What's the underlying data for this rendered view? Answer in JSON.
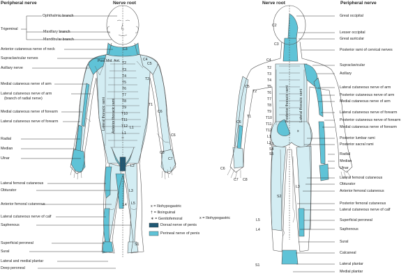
{
  "headers": {
    "left_peripheral": "Peripheral nerve",
    "left_root": "Nerve root",
    "right_root": "Nerve root",
    "right_peripheral": "Peripheral nerve"
  },
  "colors": {
    "light_blue": "#d3edf3",
    "mid_blue": "#5fc3d7",
    "dark_blue": "#1f5874",
    "outline": "#555555"
  },
  "left_labels": {
    "trigeminal": "Trigeminal",
    "ophthalmic": "Ophthalmic branch",
    "maxillary": "Maxillary branch",
    "mandibular": "Mandibular branch",
    "ant_cut_neck": "Anterior cutaneous nerve of neck",
    "supraclavicular": "Supraclavicular nerves",
    "axillary": "Axillary nerve",
    "med_cut_arm": "Medial cutaneous nerve of arm",
    "lat_cut_arm_1": "Lateral cutaneous nerve of arm",
    "lat_cut_arm_2": "(branch of radial nerve)",
    "med_cut_forearm": "Medial cutaneous nerve of forearm",
    "lat_cut_forearm": "Lateral cutaneous nerve of forearm",
    "radial": "Radial",
    "median": "Median",
    "ulnar": "Ulnar",
    "lat_femoral": "Lateral femoral cutaneous",
    "obturator": "Obturator",
    "ant_femoral": "Anterior femoral cutaneous",
    "lat_cut_calf": "Lateral cutaneous nerve of calf",
    "saphenous": "Saphenous",
    "sup_peroneal": "Superficial peroneal",
    "sural": "Sural",
    "lat_med_plantar": "Lateral and medial plantar",
    "deep_peroneal": "Deep peroneal"
  },
  "front_segments": {
    "c3": "C3",
    "c4": "C4",
    "c5": "C5",
    "t2a": "T2",
    "t3": "T3",
    "t4": "T4",
    "t5": "T5",
    "t6": "T6",
    "t7": "T7",
    "t8": "T8",
    "t9": "T9",
    "t10": "T10",
    "t11": "T11",
    "t12": "T12",
    "l1a": "L1",
    "l1b": "L1",
    "t2b": "T2",
    "t1": "T1",
    "c6": "C6",
    "c6b": "C6",
    "c8": "C8",
    "c7": "C7",
    "l2": "L2",
    "l3": "L3",
    "l4": "L4",
    "l5": "L5",
    "s1": "S1",
    "post": "Post.",
    "mid": "Mid.",
    "ant": "Ant.",
    "lat_rami": "Lateral thoracic rami",
    "ant_rami": "Anterior thoracic rami"
  },
  "legend": {
    "iliohypogastric": "x = Iliohypogastric",
    "ilioinguinal": "† = Ilioinguinal",
    "genitofemoral": "∗ = Genitofemoral",
    "dorsal_penis": "Dorsal nerve of penis",
    "perineal_penis": "Perineal nerve of penis",
    "iliohypogastric_back": "x = Iliohypogastric"
  },
  "back_segments": {
    "c2": "C2",
    "c3": "C3",
    "c4": "C4",
    "c5": "C5",
    "t1": "T1",
    "t2": "T2",
    "t2b": "T2",
    "t3": "T3",
    "t4": "T4",
    "t5": "T5",
    "t6": "T6",
    "t7": "T7",
    "t8": "T8",
    "t9": "T9",
    "t10": "T10",
    "t11": "T11",
    "t12": "T12",
    "l1": "L1",
    "l2": "L2",
    "l3": "L3",
    "l4": "L4",
    "l5": "L5",
    "s1": "S1",
    "s2": "S2",
    "s3": "S3",
    "s4": "S4",
    "s5": "S5",
    "c6": "C6",
    "c6b": "C6",
    "c7": "C7",
    "c8": "C8",
    "post_rami": "Posterior thoracic rami",
    "lat_rami": "Lateral thoracic rami",
    "x_mark": "x"
  },
  "right_labels": {
    "great_occipital": "Great occipital",
    "lesser_occipital": "Lesser occipital",
    "great_auricular": "Great auricular",
    "post_rami_cervical": "Posterior rami of cervical nerves",
    "supraclavicular": "Supraclavicular",
    "axillary": "Axillary",
    "lat_cut_arm": "Lateral cutaneous nerve of arm",
    "post_cut_arm": "Posterior cutaneous nerve of arm",
    "med_cut_arm": "Medial cutaneous nerve of arm",
    "lat_cut_forearm": "Lateral cutaneous nerve of forearm",
    "post_cut_forearm": "Posterior cutaneous nerve of forearm",
    "med_cut_forearm": "Medial cutaneous nerve of forearm",
    "post_lumbar": "Posterior lumbar rami",
    "post_sacral": "Posterior sacral rami",
    "radial": "Radial",
    "median": "Median",
    "ulnar": "Ulnar",
    "lat_femoral": "Lateral femoral cutaneous",
    "obturator": "Obturator",
    "ant_femoral": "Anterior femoral cutaneous",
    "post_femoral": "Posterior femoral cutaneous",
    "lat_cut_calf": "Lateral cutaneous nerve of calf",
    "sup_peroneal": "Superficial peroneal",
    "saphenous": "Saphenous",
    "sural": "Sural",
    "calcaneal": "Calcaneal",
    "lat_plantar": "Lateral plantar",
    "med_plantar": "Medial plantar"
  }
}
